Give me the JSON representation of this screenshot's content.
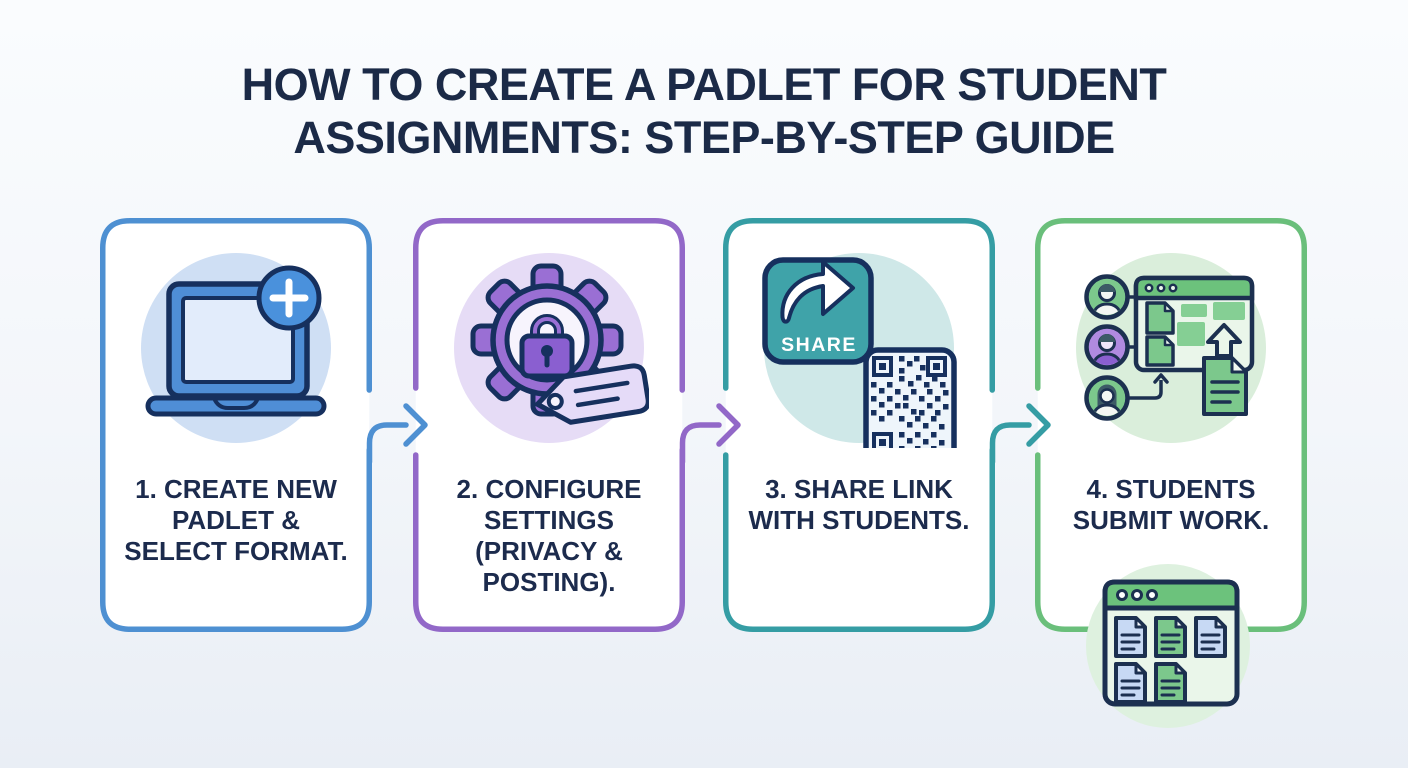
{
  "page": {
    "background_top": "#fafcfe",
    "background_bottom": "#e9eef5",
    "text_color": "#1c2b4d",
    "title_color": "#1b2a47"
  },
  "title": {
    "lines": [
      "HOW TO CREATE A PADLET FOR STUDENT",
      "ASSIGNMENTS: STEP-BY-STEP GUIDE"
    ]
  },
  "steps": [
    {
      "id": 1,
      "accent": "#4e90d2",
      "icon": "laptop-new-padlet-icon",
      "icon_bg": "#cfdff4",
      "lines": [
        "1. CREATE NEW",
        "PADLET &",
        "SELECT FORMAT."
      ]
    },
    {
      "id": 2,
      "accent": "#9268c8",
      "icon": "gear-lock-tag-icon",
      "icon_bg": "#e6dcf6",
      "lines": [
        "2. CONFIGURE",
        "SETTINGS",
        "(PRIVACY &",
        "POSTING)."
      ]
    },
    {
      "id": 3,
      "accent": "#359da4",
      "icon": "share-qr-icon",
      "icon_bg": "#cfe8e8",
      "share_button_label": "SHARE",
      "lines": [
        "3. SHARE LINK",
        "WITH STUDENTS."
      ]
    },
    {
      "id": 4,
      "accent": "#6abf7b",
      "icon": "students-submit-board-icon",
      "icon_bg": "#daeedb",
      "lines": [
        "4. STUDENTS",
        "SUBMIT WORK."
      ]
    }
  ],
  "extra_icon": {
    "name": "submissions-grid-icon"
  }
}
